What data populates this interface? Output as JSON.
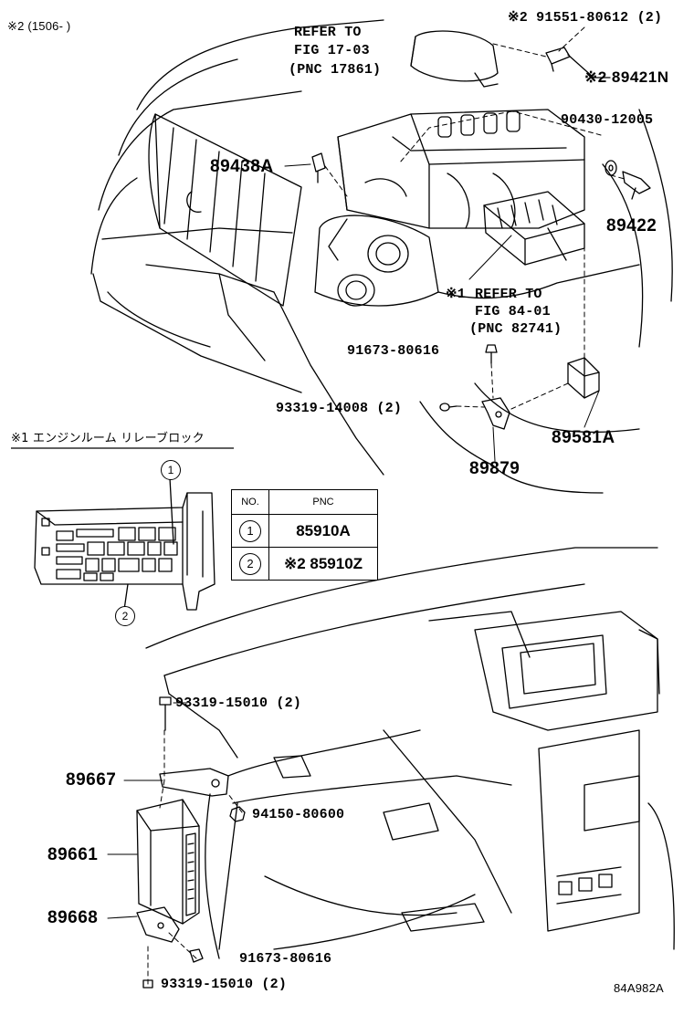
{
  "header_note": "※2 (1506-      )",
  "refer_top": {
    "line1": "REFER TO",
    "line2": "FIG 17-03",
    "line3": "(PNC 17861)"
  },
  "refer_mid": {
    "marker": "※1",
    "line1": "REFER TO",
    "line2": "FIG 84-01",
    "line3": "(PNC 82741)"
  },
  "parts": {
    "p91551": "※2 91551-80612 (2)",
    "p89421n": "※2 89421N",
    "p90430": "90430-12005",
    "p89438a": "89438A",
    "p89422": "89422",
    "p91673_top": "91673-80616",
    "p93319_14008": "93319-14008 (2)",
    "p89581a": "89581A",
    "p89879": "89879",
    "p93319_top": "93319-15010 (2)",
    "p89667": "89667",
    "p94150": "94150-80600",
    "p89661": "89661",
    "p89668": "89668",
    "p91673_bot": "91673-80616",
    "p93319_bot": "93319-15010 (2)"
  },
  "relay_block_title": "※1 エンジンルーム リレーブロック",
  "callouts": {
    "one": "1",
    "two": "2"
  },
  "pnc_table": {
    "header_no": "NO.",
    "header_pnc": "PNC",
    "rows": [
      {
        "no": "1",
        "pnc": "85910A"
      },
      {
        "no": "2",
        "pnc": "※2 85910Z"
      }
    ]
  },
  "figure_id": "84A982A"
}
